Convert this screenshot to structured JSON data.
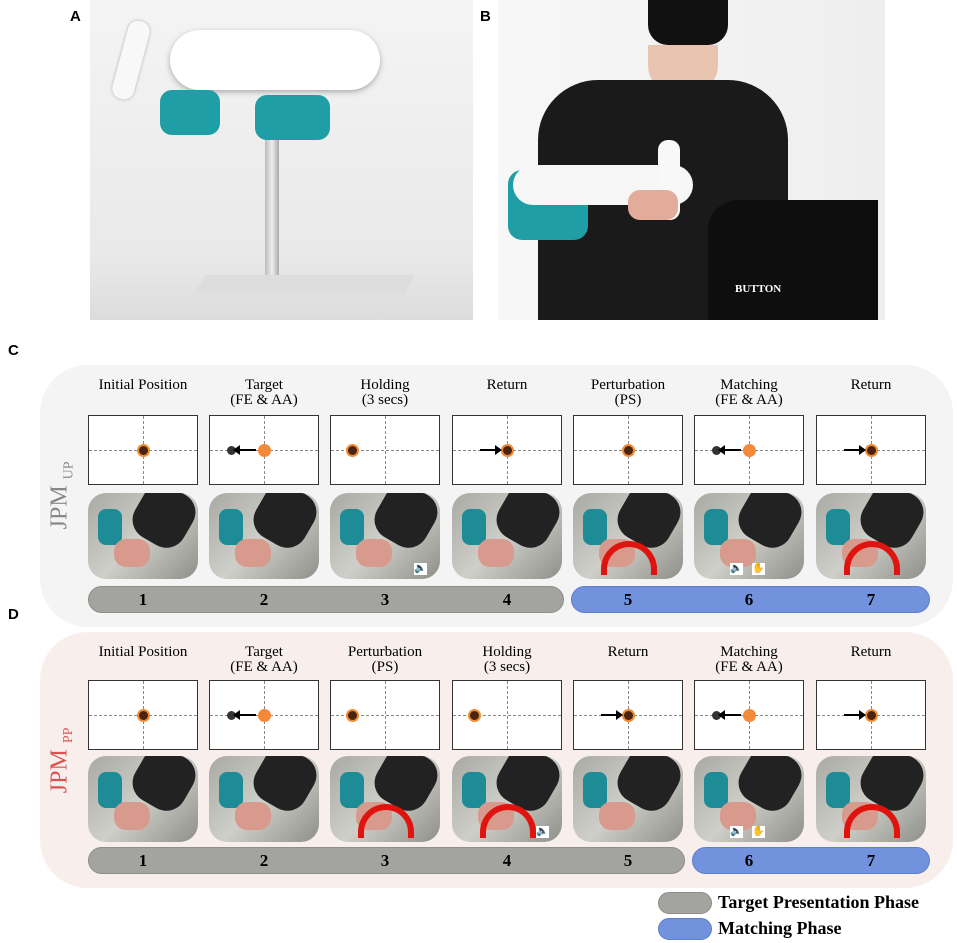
{
  "labels": {
    "a": "A",
    "b": "B",
    "c": "C",
    "d": "D"
  },
  "photo_b": {
    "annotation": "BUTTON"
  },
  "colors": {
    "target_phase": "#a3a3a0",
    "matching_phase": "#7392dd",
    "cursor": "#f28a2e",
    "panel_c_bg": "#f4f4f4",
    "panel_d_bg": "#f8eeec"
  },
  "panel_c": {
    "side_label": "JPM",
    "side_sub": "UP",
    "side_color": "#888888",
    "steps": [
      {
        "title": "Initial Position",
        "cursor": "center",
        "arrow": "none",
        "num": "1",
        "phase": "target",
        "rotation": false,
        "icons": []
      },
      {
        "title": "Target\n(FE & AA)",
        "cursor": "target-shift",
        "arrow": "left",
        "num": "2",
        "phase": "target",
        "rotation": false,
        "icons": []
      },
      {
        "title": "Holding\n(3 secs)",
        "cursor": "left",
        "arrow": "none",
        "num": "3",
        "phase": "target",
        "rotation": false,
        "icons": [
          "speaker-icon"
        ]
      },
      {
        "title": "Return",
        "cursor": "center",
        "arrow": "right",
        "num": "4",
        "phase": "target",
        "rotation": false,
        "icons": []
      },
      {
        "title": "Perturbation\n(PS)",
        "cursor": "center",
        "arrow": "none",
        "num": "5",
        "phase": "matching",
        "rotation": true,
        "icons": []
      },
      {
        "title": "Matching\n(FE & AA)",
        "cursor": "target-shift",
        "arrow": "left",
        "num": "6",
        "phase": "matching",
        "rotation": false,
        "icons": [
          "speaker-icon",
          "hand-icon"
        ]
      },
      {
        "title": "Return",
        "cursor": "center",
        "arrow": "right",
        "num": "7",
        "phase": "matching",
        "rotation": true,
        "icons": []
      }
    ]
  },
  "panel_d": {
    "side_label": "JPM",
    "side_sub": "PP",
    "side_color": "#d9534f",
    "steps": [
      {
        "title": "Initial Position",
        "cursor": "center",
        "arrow": "none",
        "num": "1",
        "phase": "target",
        "rotation": false,
        "icons": []
      },
      {
        "title": "Target\n(FE & AA)",
        "cursor": "target-shift",
        "arrow": "left",
        "num": "2",
        "phase": "target",
        "rotation": false,
        "icons": []
      },
      {
        "title": "Perturbation\n(PS)",
        "cursor": "left",
        "arrow": "none",
        "num": "3",
        "phase": "target",
        "rotation": true,
        "icons": []
      },
      {
        "title": "Holding\n(3 secs)",
        "cursor": "left",
        "arrow": "none",
        "num": "4",
        "phase": "target",
        "rotation": true,
        "icons": [
          "speaker-icon"
        ]
      },
      {
        "title": "Return",
        "cursor": "center",
        "arrow": "right",
        "num": "5",
        "phase": "target",
        "rotation": false,
        "icons": []
      },
      {
        "title": "Matching\n(FE & AA)",
        "cursor": "target-shift",
        "arrow": "left",
        "num": "6",
        "phase": "matching",
        "rotation": false,
        "icons": [
          "speaker-icon",
          "hand-icon"
        ]
      },
      {
        "title": "Return",
        "cursor": "center",
        "arrow": "right",
        "num": "7",
        "phase": "matching",
        "rotation": true,
        "icons": []
      }
    ]
  },
  "legend": {
    "target": "Target Presentation Phase",
    "matching": "Matching Phase"
  }
}
